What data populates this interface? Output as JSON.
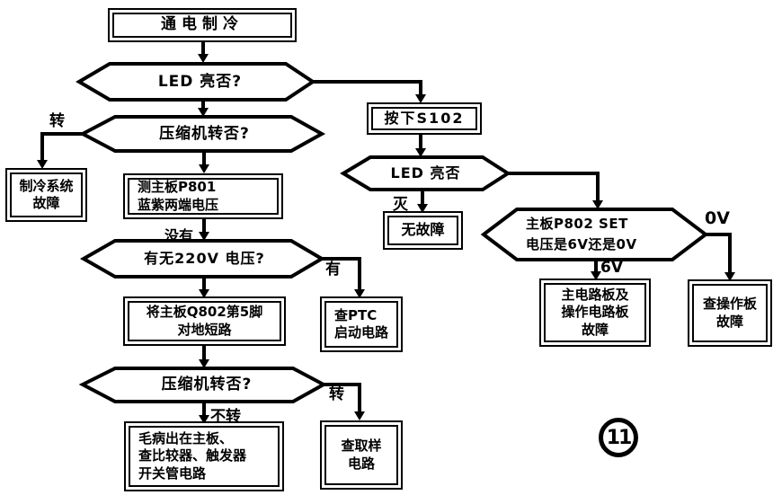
{
  "figure": {
    "page_number": "11"
  },
  "nodes": {
    "start": {
      "label": "通电制冷"
    },
    "led_lit_1": {
      "label": "LED 亮否?"
    },
    "press_s102": {
      "label": "按下S102"
    },
    "compressor_turn_1": {
      "label": "压缩机转否?"
    },
    "cooling_system_fault": {
      "label": "制冷系统\n故障"
    },
    "measure_p801": {
      "label": "测主板P801\n蓝紫两端电压"
    },
    "voltage_220v": {
      "label": "有无220V 电压?"
    },
    "check_ptc": {
      "label": "查PTC\n启动电路"
    },
    "short_q802": {
      "label": "将主板Q802第5脚\n对地短路"
    },
    "compressor_turn_2": {
      "label": "压缩机转否?"
    },
    "mainboard_fault": {
      "label": "毛病出在主板、\n查比较器、触发器\n开关管电路"
    },
    "check_sampling": {
      "label": "查取样\n电路"
    },
    "led_lit_2": {
      "label": "LED 亮否"
    },
    "no_fault": {
      "label": "无故障"
    },
    "p802_set_voltage": {
      "label": "主板P802 SET\n电压是6V还是0V"
    },
    "main_and_op_board_fault": {
      "label": "主电路板及\n操作电路板\n故障"
    },
    "check_op_board_fault": {
      "label": "查操作板\n故障"
    }
  },
  "edge_labels": {
    "turns_1": "转",
    "no_voltage": "没有",
    "has_voltage": "有",
    "turns_2": "转",
    "not_turning": "不转",
    "led_off": "灭",
    "six_v": "6V",
    "zero_v": "0V"
  }
}
